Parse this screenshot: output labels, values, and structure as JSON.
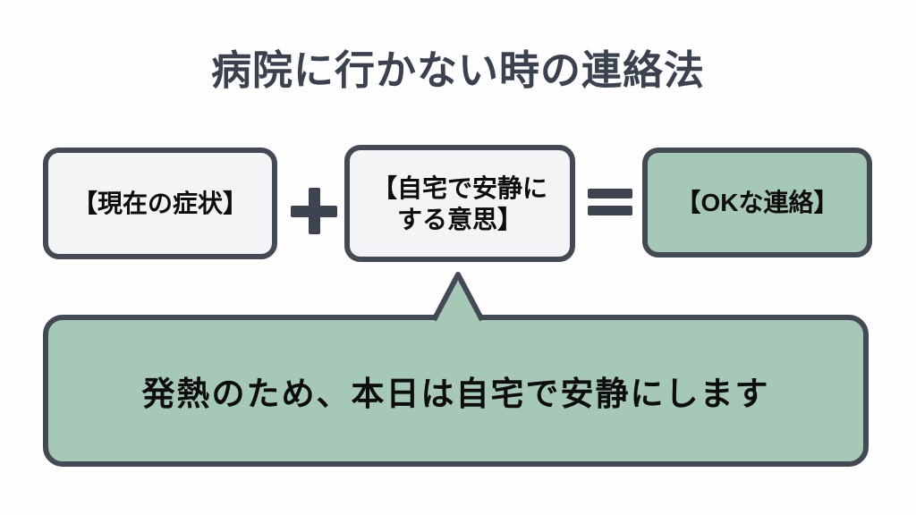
{
  "slide": {
    "title": "病院に行かない時の連絡法",
    "formula": {
      "box1": {
        "label": "【現在の症状】"
      },
      "plus_symbol": "+",
      "box2": {
        "label_line1": "【自宅で安静に",
        "label_line2": "する意思】"
      },
      "equals_symbol": "=",
      "box3": {
        "label": "【OKな連絡】"
      }
    },
    "speech_bubble": {
      "text": "発熱のため、本日は自宅で安静にします"
    },
    "colors": {
      "background": "#fefefe",
      "title_text": "#3a4250",
      "box_border": "#434a53",
      "box_light_bg": "#f3f4f6",
      "accent_green": "#a6c8b6",
      "operator_color": "#3d4450",
      "body_text": "#0d0d0d"
    }
  }
}
